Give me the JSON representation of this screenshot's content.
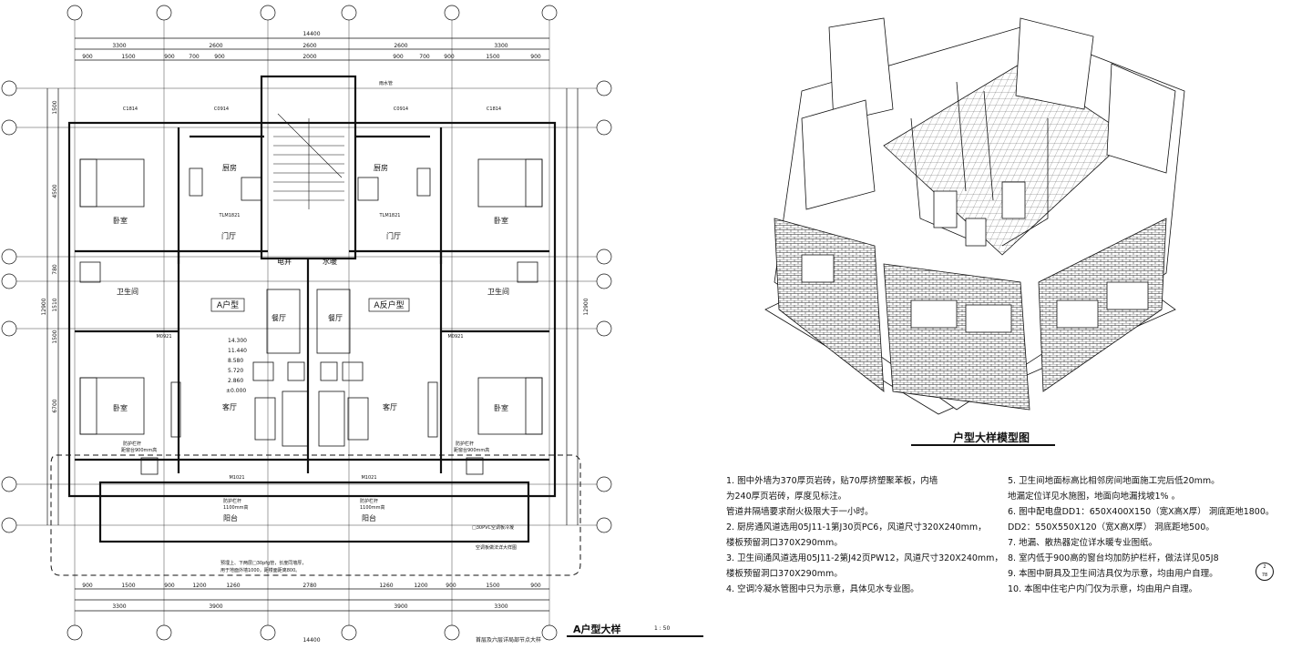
{
  "plan": {
    "overall_dim": "14400",
    "top_dims_row1": [
      "3300",
      "2600",
      "2600",
      "2600",
      "3300"
    ],
    "top_dims_row2": [
      "900",
      "1500",
      "900",
      "700",
      "900",
      "2000",
      "900",
      "700",
      "900",
      "1500",
      "900"
    ],
    "bottom_dims_row1": [
      "900",
      "1500",
      "900",
      "1200",
      "1260",
      "2780",
      "1260",
      "1200",
      "900",
      "1500",
      "900"
    ],
    "bottom_dims_row2": [
      "3300",
      "3900",
      "3900",
      "3300"
    ],
    "left_dims": [
      "1500",
      "4500",
      "780",
      "1510",
      "1500",
      "6700"
    ],
    "right_total": "12900",
    "window_tags": [
      "C1814",
      "C0914",
      "C0914",
      "C1814"
    ],
    "top_note": "雨水管",
    "rooms": {
      "bedroom": "卧室",
      "kitchen": "厨房",
      "foyer": "门厅",
      "bathroom": "卫生间",
      "dining": "餐厅",
      "living": "客厅",
      "balcony": "阳台",
      "elec_well": "电井",
      "water_well": "水暖"
    },
    "unit_a": "A户型",
    "unit_a_rev": "A反户型",
    "elevations": [
      "14.300",
      "11.440",
      "8.580",
      "5.720",
      "2.860",
      "±0.000"
    ],
    "railing_a": "防护栏杆",
    "railing_a2": "距窗台900mm高",
    "railing_b": "防护栏杆",
    "railing_b2": "1100mm高",
    "ac_note1": "□30PVC空调板冷凝",
    "ac_note2": "空调板做法详大样图",
    "balcony_note1": "预埋上、下两层□30pfg管，长度同墙厚，",
    "balcony_note2": "用于地面外墙1000，距楼面距离800。",
    "door_tags": [
      "TLM1821",
      "TLM1821",
      "M0921",
      "M0921",
      "M1021",
      "M1021"
    ]
  },
  "model": {
    "title": "户型大样模型图"
  },
  "notes_left": [
    "1.  图中外墙为370厚页岩砖，贴70厚挤塑聚苯板，内墙",
    "     为240厚页岩砖，厚度见标注。",
    "     管道井隔墙要求耐火极限大于一小时。",
    "2.  厨房通风道选用05J11-1第J30页PC6，风道尺寸320X240mm，",
    "     楼板预留洞口370X290mm。",
    "3.  卫生间通风道选用05J11-2第J42页PW12，风道尺寸320X240mm，",
    "     楼板预留洞口370X290mm。",
    "4.  空调冷凝水管图中只为示意，具体见水专业图。"
  ],
  "notes_right": [
    "5.  卫生间地面标高比相邻房间地面施工完后低20mm。",
    "     地漏定位详见水施图，地面向地漏找坡1%  。",
    "6.  图中配电盘DD1：650X400X150（宽X高X厚）  洞底距地1800。",
    "                  DD2：550X550X120（宽X高X厚）  洞底距地500。",
    "7.  地漏、散热器定位详水暖专业图纸。",
    "8.  室内低于900高的窗台均加防护栏杆，做法详见05J8",
    "9.  本图中厨具及卫生间洁具仅为示意，均由用户自理。",
    "10.  本图中住宅户内门仅为示意，均由用户自理。"
  ],
  "detail_mark": "2\n78",
  "plan_title": "A户型大样",
  "plan_scale": "1 : 50",
  "plan_bottom_note": "首层及六层详局部节点大样",
  "colors": {
    "line": "#111111",
    "paper": "#ffffff"
  }
}
